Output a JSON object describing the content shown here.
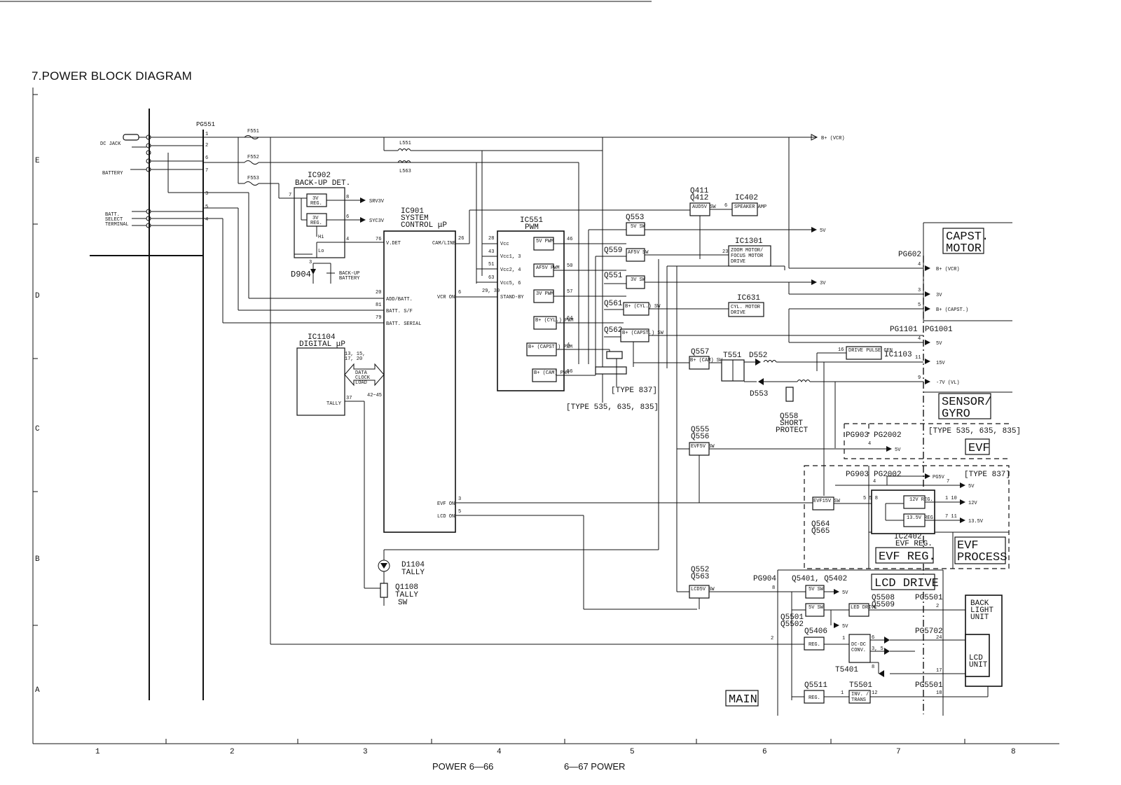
{
  "title": "7.POWER BLOCK DIAGRAM",
  "row_labels": [
    "E",
    "D",
    "C",
    "B",
    "A"
  ],
  "col_labels": [
    "1",
    "2",
    "3",
    "4",
    "5",
    "6",
    "7",
    "8"
  ],
  "footer": {
    "left": "POWER  6—66",
    "right": "6—67  POWER"
  },
  "inputs": {
    "dc_jack": "DC JACK",
    "battery": "BATTERY",
    "batt_select": [
      "BATT.",
      "SELECT",
      "TERMINAL"
    ]
  },
  "connectors": {
    "pg551": "PG551",
    "pg602": "PG602",
    "pg1101": "PG1101",
    "pg1001": "PG1001",
    "pg903a": "PG903",
    "pg2002a": "PG2002",
    "pg903b": "PG903",
    "pg2002b": "PG2002",
    "pg904": "PG904",
    "pg5501a": "PG5501",
    "pg5702": "PG5702",
    "pg5501b": "PG5501"
  },
  "fuses": [
    "F551",
    "F552",
    "F553"
  ],
  "coils": [
    "L551",
    "L563"
  ],
  "ic902": {
    "name": "IC902",
    "desc": "BACK-UP DET.",
    "reg1": "3V REG",
    "reg2": "3V REG",
    "hi": "Hi",
    "lo": "Lo",
    "out1": "SRV3V",
    "out2": "SYC3V"
  },
  "d904": {
    "name": "D904",
    "backup": [
      "BACK-UP",
      "BATTERY"
    ]
  },
  "ic901": {
    "name": "IC901",
    "desc1": "SYSTEM",
    "desc2": "CONTROL μP",
    "pins": {
      "vdet": "V.DET",
      "addbatt": "ADD/BATT.",
      "batt_sf": "BATT. S/F",
      "batt_serial": "BATT. SERIAL",
      "cam_line": "CAM/LINE",
      "vcr_on": "VCR ON",
      "evf_on": "EVF ON",
      "lcd_on": "LCD ON"
    }
  },
  "ic1104": {
    "name": "IC1104",
    "desc": "DIGITAL μP",
    "tally": "TALLY",
    "bus": [
      "DATA",
      "CLOCK",
      "LOAD"
    ],
    "pins1": "13, 15,",
    "pins2": "17, 20",
    "pins3": "42~45"
  },
  "ic551": {
    "name": "IC551",
    "desc": "PWM",
    "pins": [
      "Vcc",
      "Vcc1, 3",
      "Vcc2, 4",
      "Vcc5, 6",
      "STAND-BY"
    ],
    "blocks": [
      "5V PWM",
      "AF5V PWM",
      "3V PWM",
      "B+ (CYL.) PWM",
      "B+ (CAPST.) PWM",
      "B+ (CAM) PWM"
    ]
  },
  "switches": {
    "q411": [
      "Q411",
      "Q412"
    ],
    "aud5v": "AUD5V SW",
    "q553": "Q553",
    "sw5v": "5V SW",
    "q559": "Q559",
    "af5v": "AF5V SW",
    "q551": "Q551",
    "sw3v": "3V SW",
    "q561": "Q561",
    "cyl": "B+ (CYL.) SW",
    "q562": "Q562",
    "capst": "B+ (CAPST.) SW",
    "q557": "Q557",
    "cam": "B+ (CAM) SW",
    "q555": [
      "Q555",
      "Q556"
    ],
    "evf5v": "EVF5V SW",
    "q552": [
      "Q552",
      "Q563"
    ],
    "lcd5v": "LCD5V SW",
    "q564": [
      "Q564",
      "Q565"
    ],
    "evf15v": "EVF15V SW"
  },
  "ic402": {
    "name": "IC402",
    "desc": "SPEAKER AMP"
  },
  "ic1301": {
    "name": "IC1301",
    "desc": [
      "ZOOM MOTOR/",
      "FOCUS MOTOR",
      "DRIVE"
    ]
  },
  "ic631": {
    "name": "IC631",
    "desc": [
      "CYL. MOTOR",
      "DRIVE"
    ]
  },
  "ic1103": {
    "name": "IC1103",
    "desc": "DRIVE PULSE GEN"
  },
  "t551": "T551",
  "d552": "D552",
  "d553": "D553",
  "q558": [
    "Q558",
    "SHORT",
    "PROTECT"
  ],
  "type837": "[TYPE 837]",
  "type535": "[TYPE 535, 635, 835]",
  "rails": {
    "bvcr": "B+ (VCR)",
    "v5": "5V",
    "v3": "3V",
    "bcapst": "B+ (CAPST.)",
    "v15": "15V",
    "vm7": "-7V (VL)",
    "pg5v": "PG5V",
    "v12": "12V",
    "v135": "13.5V"
  },
  "blocks": {
    "capst": [
      "CAPST.",
      "MOTOR"
    ],
    "sensor": [
      "SENSOR/",
      "GYRO"
    ],
    "evf": "EVF",
    "evf_reg": "EVF REG.",
    "evf_process": [
      "EVF",
      "PROCESS"
    ],
    "lcd_drive": "LCD DRIVE",
    "main": "MAIN"
  },
  "ic2402": {
    "name": "IC2402",
    "desc": "EVF REG.",
    "reg12": "12V REG.",
    "reg135": "13.5V REG."
  },
  "d1104": [
    "D1104",
    "TALLY"
  ],
  "q1108": [
    "Q1108",
    "TALLY",
    "SW"
  ],
  "lcd": {
    "q5401": "Q5401, Q5402",
    "sw1": "5V SW",
    "sw2": "5V SW",
    "q5501": [
      "Q5501",
      "Q5502"
    ],
    "q5406": "Q5406",
    "reg": "REG.",
    "q5508": [
      "Q5508",
      "Q5509"
    ],
    "led": "LED DRIVE",
    "dcdc": [
      "DC-DC",
      "CONV."
    ],
    "t5401": "T5401",
    "q5511": "Q5511",
    "reg2": "REG.",
    "t5501": "T5501",
    "inv": [
      "INV. /",
      "TRANS"
    ],
    "backlight": [
      "BACK",
      "LIGHT",
      "UNIT"
    ],
    "lcdunit": [
      "LCD",
      "UNIT"
    ]
  }
}
